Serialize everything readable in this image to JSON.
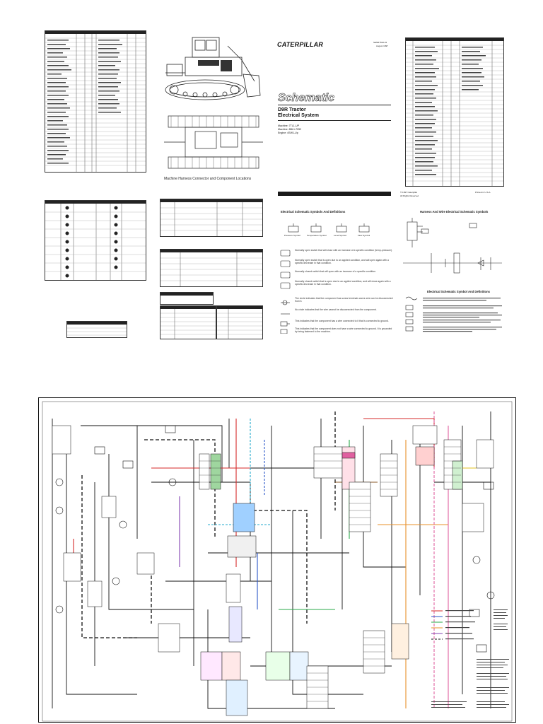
{
  "brand": {
    "logo": "CATERPILLAR"
  },
  "doc": {
    "schematic": "Schematic",
    "title_line1": "D9R Tractor",
    "title_line2": "Electrical System",
    "meta_lines": [
      "Machine:   7TL1-UP",
      "Machine:   8BL1-7052",
      "Engine:    4SW1-Up"
    ],
    "form_no": "SENR7532-01",
    "date": "August 1997",
    "copyright_line1": "© 1997 Caterpillar",
    "copyright_line2": "All Rights Reserved",
    "printed": "Printed in U.S.A."
  },
  "captions": {
    "harness_locations": "Machine Harness Connector and Component Locations",
    "symbols_defs": "Electrical Schematic Symbols And Definitions",
    "harness_wire_symbols": "Harness And Wire Electrical Schematic Symbols",
    "symbols_defs_2": "Electrical Schematic Symbol And Definitions"
  },
  "symbol_labels": [
    "Pressure Symbol",
    "Temperature Symbol",
    "Level Symbol",
    "Flow Symbol"
  ],
  "definitions": [
    "Normally open switch that will close with an increase of a specific condition (temp-pressure).",
    "Normally open switch that is open due to an applied condition, and will open again with a specific decrease in that condition.",
    "Normally closed switch that will open with an increase of a specific condition.",
    "Normally closed switch that is open due to an applied condition, and will close again with a specific decrease in that condition.",
    "The circle indicates that the component has screw terminals and a wire can be disconnected from it.",
    "No circle indicates that the wire cannot be disconnected from the component.",
    "This indicates that the component has a wire connected to it that is connected to ground.",
    "This indicates that the component does not have a wire connected to ground. It is grounded by being fastened to the machine."
  ],
  "colors": {
    "red": "#d42a2a",
    "blue": "#2a55c8",
    "cyan": "#22aacc",
    "green": "#2aa84a",
    "orange": "#e8902a",
    "yellow": "#e0c020",
    "pink": "#e060a0",
    "purple": "#8040b0",
    "brown": "#8a5a2a",
    "black": "#111111"
  }
}
